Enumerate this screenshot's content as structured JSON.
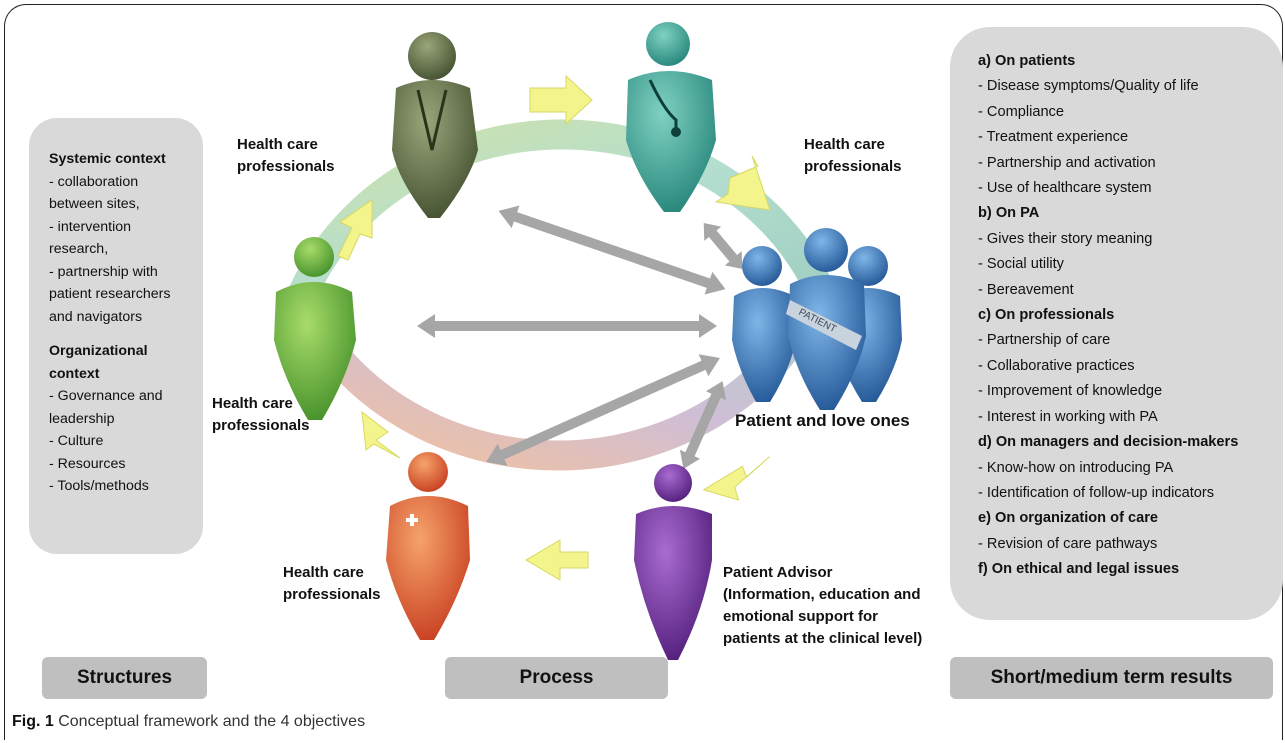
{
  "left_panel": {
    "systemic_title": "Systemic context",
    "systemic_items": [
      "- collaboration between sites,",
      "- intervention research,",
      "- partnership with patient researchers and navigators"
    ],
    "organizational_title": "Organizational context",
    "organizational_items": [
      "-  Governance and leadership",
      "-  Culture",
      "-  Resources",
      "-  Tools/methods"
    ]
  },
  "right_panel": {
    "sections": [
      {
        "title": "a) On patients",
        "items": [
          "- Disease symptoms/Quality of life",
          "- Compliance",
          "- Treatment experience",
          "- Partnership and activation",
          "- Use of healthcare system"
        ]
      },
      {
        "title": "b) On PA",
        "items": [
          "- Gives their story meaning",
          "- Social utility",
          "- Bereavement"
        ]
      },
      {
        "title": "c) On professionals",
        "items": [
          "- Partnership of care",
          "- Collaborative practices",
          "- Improvement of knowledge",
          "- Interest in working with PA"
        ]
      },
      {
        "title": "d) On managers and decision-makers",
        "items": [
          "- Know-how on introducing PA",
          "- Identification of follow-up indicators"
        ]
      },
      {
        "title": "e) On organization of care",
        "items": [
          "- Revision of care pathways"
        ]
      },
      {
        "title": "f) On ethical and legal issues",
        "items": []
      }
    ]
  },
  "labels": {
    "hcp_top_left": "Health care professionals",
    "hcp_top_right": "Health care professionals",
    "hcp_mid_left": "Health care professionals",
    "hcp_bottom_left": "Health care professionals",
    "patient_group": "Patient and love ones",
    "patient_badge": "PATIENT",
    "patient_advisor": "Patient Advisor (Information, education and emotional support for patients at the clinical level)"
  },
  "bottom": {
    "structures": "Structures",
    "process": "Process",
    "results": "Short/medium term results"
  },
  "caption": {
    "prefix": "Fig. 1",
    "text": " Conceptual framework and the 4 objectives"
  },
  "colors": {
    "panel": "#d9d9d9",
    "bottom_box": "#bfbfbf",
    "arrow_gray": "#a6a6a6",
    "ring_arrow": "#f4f48c",
    "patient_blue": "#2f6fb5",
    "advisor_purple": "#6a2d8c"
  }
}
